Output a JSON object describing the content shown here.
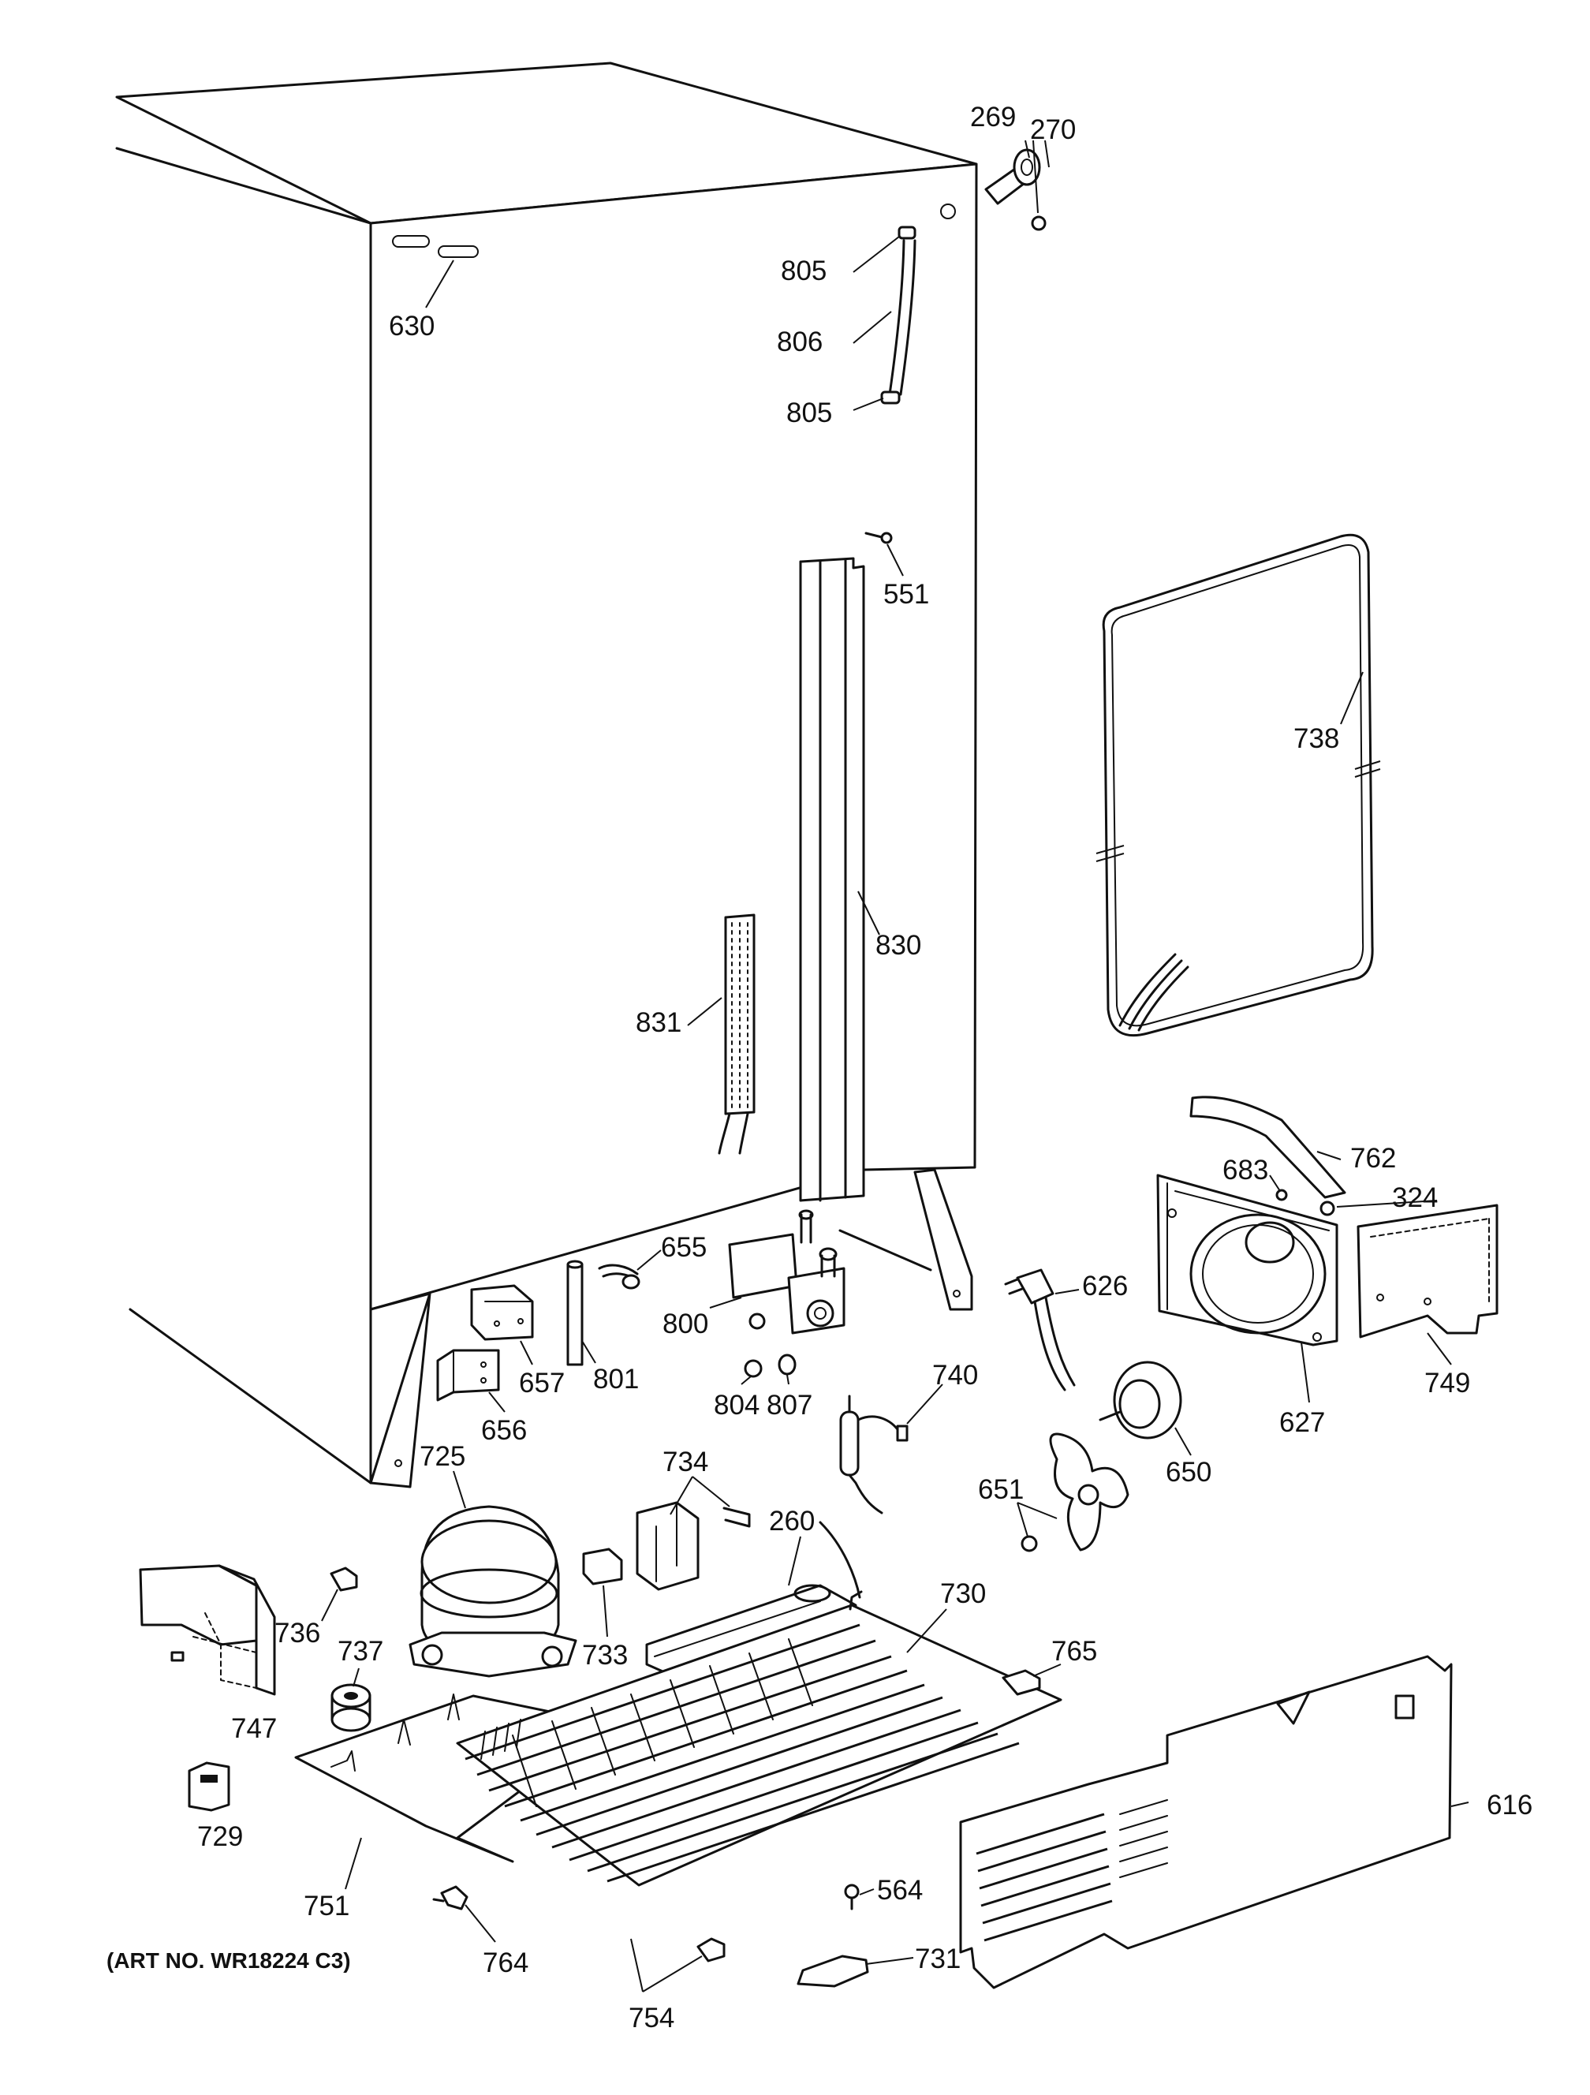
{
  "labels": {
    "p269": "269",
    "p270": "270",
    "p805a": "805",
    "p806": "806",
    "p805b": "805",
    "p630": "630",
    "p551": "551",
    "p738": "738",
    "p830": "830",
    "p831": "831",
    "p762": "762",
    "p683": "683",
    "p324": "324",
    "p655": "655",
    "p626": "626",
    "p800": "800",
    "p657": "657",
    "p801": "801",
    "p656": "656",
    "p804": "804",
    "p807": "807",
    "p740": "740",
    "p627": "627",
    "p749": "749",
    "p650": "650",
    "p725": "725",
    "p734": "734",
    "p651": "651",
    "p260": "260",
    "p730": "730",
    "p736": "736",
    "p737": "737",
    "p733": "733",
    "p765": "765",
    "p747": "747",
    "p616": "616",
    "p729": "729",
    "p751": "751",
    "p564": "564",
    "p731": "731",
    "p764": "764",
    "p754": "754"
  },
  "art_no": "(ART NO. WR18224 C3)"
}
